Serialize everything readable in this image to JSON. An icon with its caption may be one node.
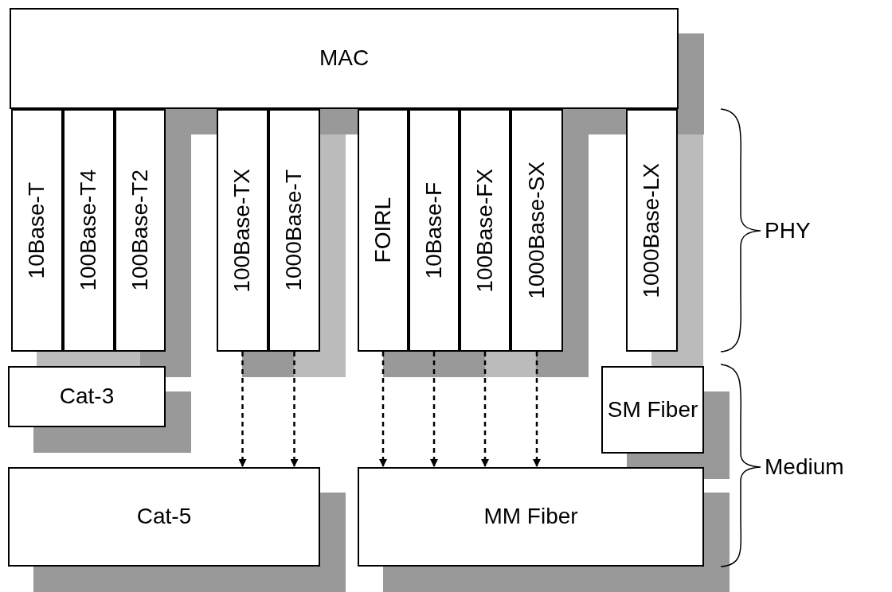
{
  "diagram": {
    "nodes": [
      {
        "text": [
          "MAC"
        ]
      },
      {
        "text": [
          "10Base-T"
        ]
      },
      {
        "text": [
          "100Base-T4"
        ]
      },
      {
        "text": [
          "100Base-T2"
        ]
      },
      {
        "text": [
          "100Base-TX"
        ]
      },
      {
        "text": [
          "1000Base-T"
        ]
      },
      {
        "text": [
          "FOIRL"
        ]
      },
      {
        "text": [
          "10Base-F"
        ]
      },
      {
        "text": [
          "100Base-FX"
        ]
      },
      {
        "text": [
          "1000Base-SX"
        ]
      },
      {
        "text": [
          "1000Base-LX"
        ]
      },
      {
        "text": [
          "Cat-3"
        ]
      },
      {
        "text": [
          "SM Fiber"
        ]
      },
      {
        "text": [
          "Cat-5"
        ]
      },
      {
        "text": [
          "MM Fiber"
        ]
      }
    ],
    "edges": [
      {
        "from": 4,
        "to": 13,
        "arrow": "to",
        "style": "dashed"
      },
      {
        "from": 5,
        "to": 13,
        "arrow": "to",
        "style": "dashed"
      },
      {
        "from": 6,
        "to": 14,
        "arrow": "to",
        "style": "dashed"
      },
      {
        "from": 7,
        "to": 14,
        "arrow": "to",
        "style": "dashed"
      },
      {
        "from": 8,
        "to": 14,
        "arrow": "to",
        "style": "dashed"
      },
      {
        "from": 9,
        "to": 14,
        "arrow": "to",
        "style": "dashed"
      }
    ],
    "labels": [
      "PHY",
      "Medium"
    ]
  }
}
